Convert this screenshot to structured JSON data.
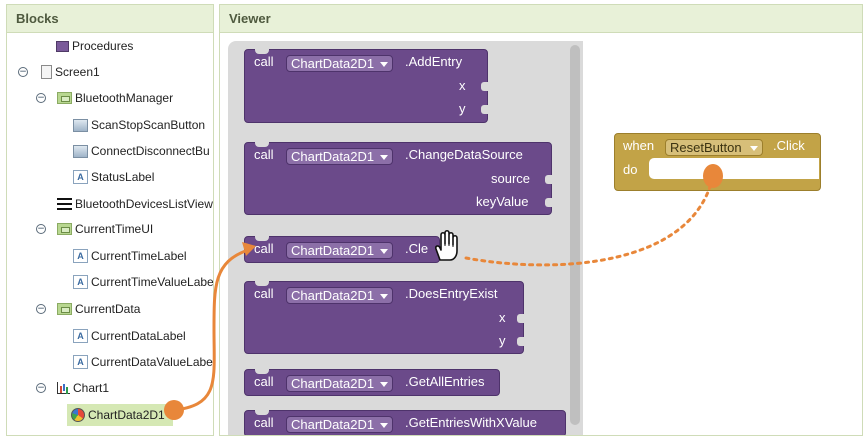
{
  "blocks_panel": {
    "title": "Blocks",
    "items": [
      {
        "label": "Procedures",
        "icon": "procedures-icon"
      },
      {
        "label": "Screen1",
        "icon": "screen-icon",
        "toggle": "−"
      },
      {
        "label": "BluetoothManager",
        "icon": "arrangement-icon",
        "toggle": "−"
      },
      {
        "label": "ScanStopScanButton",
        "icon": "button-icon"
      },
      {
        "label": "ConnectDisconnectBu",
        "icon": "button-icon"
      },
      {
        "label": "StatusLabel",
        "icon": "label-icon"
      },
      {
        "label": "BluetoothDevicesListView",
        "icon": "listview-icon"
      },
      {
        "label": "CurrentTimeUI",
        "icon": "arrangement-icon",
        "toggle": "−"
      },
      {
        "label": "CurrentTimeLabel",
        "icon": "label-icon"
      },
      {
        "label": "CurrentTimeValueLabe",
        "icon": "label-icon"
      },
      {
        "label": "CurrentData",
        "icon": "arrangement-icon",
        "toggle": "−"
      },
      {
        "label": "CurrentDataLabel",
        "icon": "label-icon"
      },
      {
        "label": "CurrentDataValueLabe",
        "icon": "label-icon"
      },
      {
        "label": "Chart1",
        "icon": "chart-icon",
        "toggle": "−"
      },
      {
        "label": "ChartData2D1",
        "icon": "chartdata-icon",
        "selected": true
      }
    ]
  },
  "viewer": {
    "title": "Viewer",
    "flyout_blocks": [
      {
        "call": "call",
        "component": "ChartData2D1",
        "method": ".AddEntry",
        "params": [
          "x",
          "y"
        ]
      },
      {
        "call": "call",
        "component": "ChartData2D1",
        "method": ".ChangeDataSource",
        "params": [
          "source",
          "keyValue"
        ]
      },
      {
        "call": "call",
        "component": "ChartData2D1",
        "method": ".Cle",
        "params": []
      },
      {
        "call": "call",
        "component": "ChartData2D1",
        "method": ".DoesEntryExist",
        "params": [
          "x",
          "y"
        ]
      },
      {
        "call": "call",
        "component": "ChartData2D1",
        "method": ".GetAllEntries",
        "params": []
      },
      {
        "call": "call",
        "component": "ChartData2D1",
        "method": ".GetEntriesWithXValue",
        "params": []
      }
    ],
    "event_block": {
      "when": "when",
      "component": "ResetButton",
      "event": ".Click",
      "do": "do"
    }
  },
  "colors": {
    "panel_header_bg": "#e8f1d8",
    "method_block": "#6b4a8a",
    "event_block": "#c2a347",
    "annotation_orange": "#e8873a",
    "selected_row": "#d5e8b4"
  }
}
